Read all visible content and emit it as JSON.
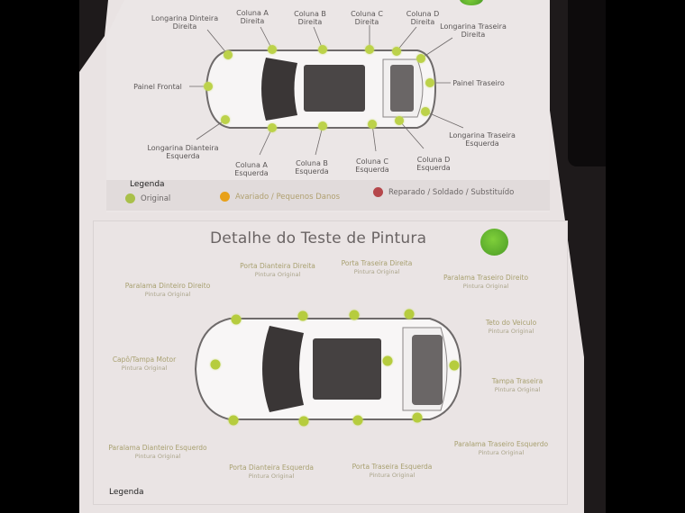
{
  "colors": {
    "original": "#b6cc3e",
    "damaged": "#e8a11a",
    "repaired": "#b5474b",
    "title_badge": "#5aaa2c"
  },
  "structure_section": {
    "labels": {
      "longarina_dianteira_direita": "Longarina Dinteira\nDireita",
      "coluna_a_direita": "Coluna A\nDireita",
      "coluna_b_direita": "Coluna B\nDireita",
      "coluna_c_direita": "Coluna C\nDireita",
      "coluna_d_direita": "Coluna D\nDireita",
      "longarina_traseira_direita": "Longarina Traseira\nDireita",
      "painel_frontal": "Painel Frontal",
      "painel_traseiro": "Painel Traseiro",
      "longarina_dianteira_esquerda": "Longarina Dianteira\nEsquerda",
      "coluna_a_esquerda": "Coluna A\nEsquerda",
      "coluna_b_esquerda": "Coluna B\nEsquerda",
      "coluna_c_esquerda": "Coluna C\nEsquerda",
      "coluna_d_esquerda": "Coluna D\nEsquerda",
      "longarina_traseira_esquerda": "Longarina Traseira\nEsquerda"
    },
    "legend": {
      "title": "Legenda",
      "original": "Original",
      "damaged": "Avariado / Pequenos Danos",
      "repaired": "Reparado / Soldado / Substituído"
    }
  },
  "paint_section": {
    "title": "Detalhe do Teste de Pintura",
    "status_text": "Pintura Original",
    "labels": {
      "paralama_dianteiro_direito": "Paralama Dinteiro Direito",
      "porta_dianteira_direita": "Porta Dianteira Direita",
      "porta_traseira_direita": "Porta Traseira Direita",
      "paralama_traseiro_direito": "Paralama Traseiro Direito",
      "teto_do_veiculo": "Teto do Veiculo",
      "capo_tampa_motor": "Capô/Tampa Motor",
      "tampa_traseira": "Tampa Traseira",
      "paralama_dianteiro_esquerdo": "Paralama Dianteiro Esquerdo",
      "porta_dianteira_esquerda": "Porta Dianteira Esquerda",
      "porta_traseira_esquerda": "Porta Traseira Esquerda",
      "paralama_traseiro_esquerdo": "Paralama Traseiro Esquerdo"
    },
    "legend": {
      "title": "Legenda"
    }
  }
}
